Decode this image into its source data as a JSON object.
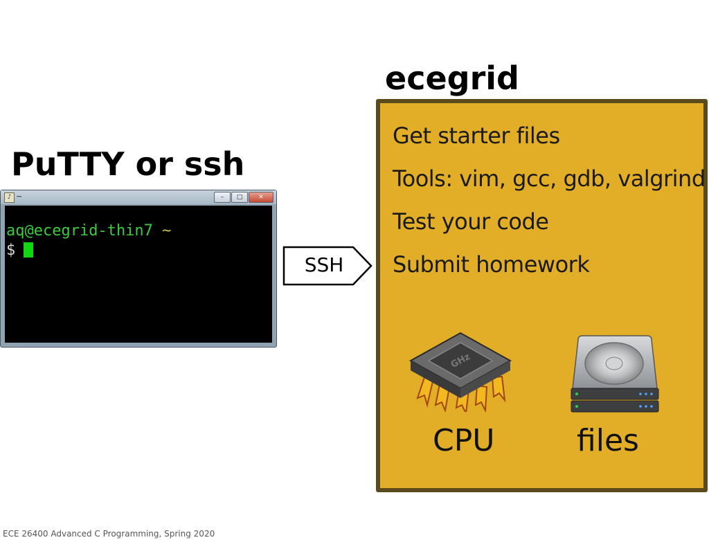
{
  "left_title": "PuTTY or ssh",
  "right_title": "ecegrid",
  "terminal": {
    "titlebar_text": "~",
    "user_host": "aq@ecegrid-thin7",
    "cwd": "~",
    "prompt": "$"
  },
  "arrow": {
    "label": "SSH"
  },
  "panel": {
    "items": [
      "Get starter files",
      "Tools: vim, gcc, gdb, valgrind",
      "Test your code",
      "Submit homework"
    ],
    "cpu_label": "CPU",
    "files_label": "files"
  },
  "footer": "ECE 26400 Advanced C Programming, Spring 2020",
  "colors": {
    "panel_fill": "#e2ae28",
    "panel_border": "#5a4a1c",
    "terminal_user": "#3ec93e",
    "terminal_cursor": "#12d612"
  },
  "icons": [
    "putty-icon",
    "cpu-chip-icon",
    "hard-drive-icon"
  ]
}
